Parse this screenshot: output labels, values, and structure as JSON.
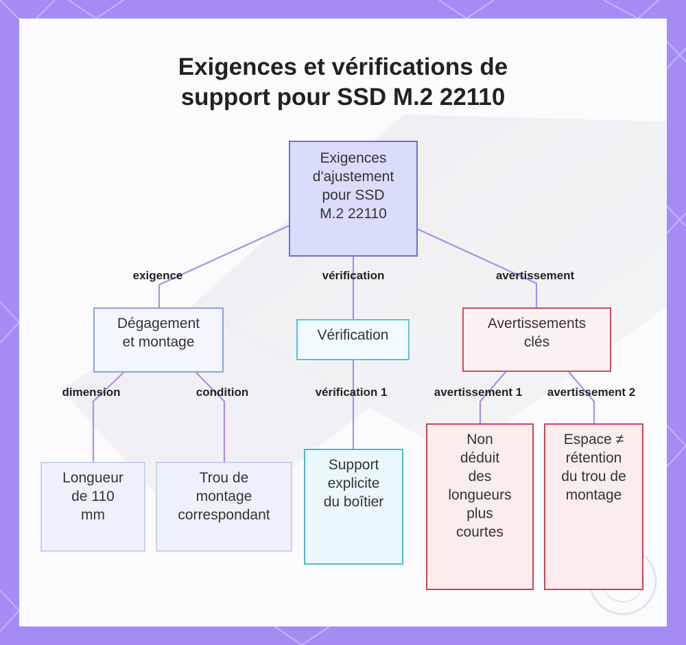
{
  "title": {
    "line1": "Exigences et vérifications de",
    "line2": "support pour SSD M.2 22110"
  },
  "nodes": {
    "root": [
      "Exigences",
      "d'ajustement",
      "pour SSD",
      "M.2 22110"
    ],
    "degagement": [
      "Dégagement",
      "et montage"
    ],
    "verification": [
      "Vérification"
    ],
    "avertissements": [
      "Avertissements",
      "clés"
    ],
    "longueur": [
      "Longueur",
      "de 110",
      "mm"
    ],
    "trou": [
      "Trou de",
      "montage",
      "correspondant"
    ],
    "support": [
      "Support",
      "explicite",
      "du boîtier"
    ],
    "non_deduit": [
      "Non",
      "déduit",
      "des",
      "longueurs",
      "plus",
      "courtes"
    ],
    "espace": [
      "Espace ≠",
      "rétention",
      "du trou de",
      "montage"
    ]
  },
  "edges": {
    "exigence": "exigence",
    "verification": "vérification",
    "avertissement": "avertissement",
    "dimension": "dimension",
    "condition": "condition",
    "verification1": "vérification 1",
    "avertissement1": "avertissement 1",
    "avertissement2": "avertissement 2"
  },
  "colors": {
    "background": "#a58cf5",
    "edge": "#b08ce8",
    "root_fill": "#d9dcfb",
    "warning_border": "#d34a5a",
    "verification_border": "#56c5d8"
  }
}
